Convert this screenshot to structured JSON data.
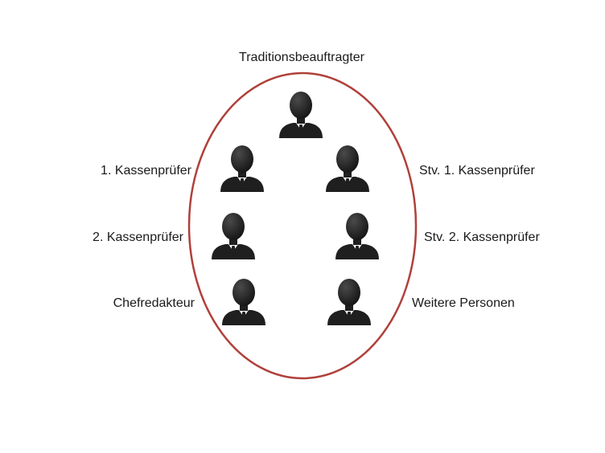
{
  "colors": {
    "ellipse_stroke": "#b0403a",
    "person_fill": "#1f1f1f",
    "shirt_fill": "#ffffff",
    "label_text": "#1a1a1a"
  },
  "icons": {
    "person": "businessman-icon"
  },
  "roles": {
    "top": "Traditionsbeauftragter",
    "left_1": "1. Kassenprüfer",
    "left_2": "2. Kassenprüfer",
    "left_3": "Chefredakteur",
    "right_1": "Stv. 1. Kassenprüfer",
    "right_2": "Stv. 2. Kassenprüfer",
    "right_3": "Weitere Personen"
  }
}
